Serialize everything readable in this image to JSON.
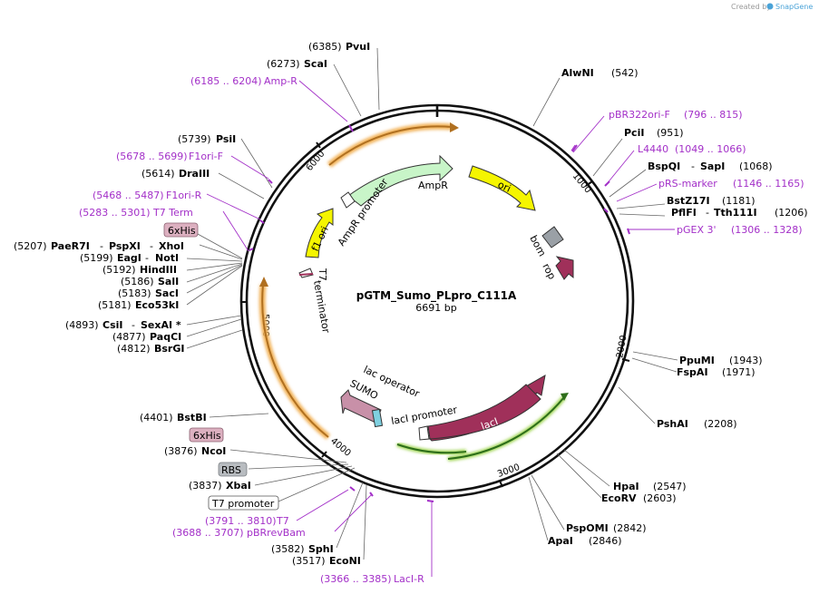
{
  "credit": {
    "text": "Created by",
    "brand": "SnapGene"
  },
  "plasmid": {
    "name": "pGTM_Sumo_PLpro_C111A",
    "size": "6691 bp"
  },
  "ticks": [
    {
      "label": "1000",
      "pos": 1000
    },
    {
      "label": "2000",
      "pos": 2000
    },
    {
      "label": "3000",
      "pos": 3000
    },
    {
      "label": "4000",
      "pos": 4000
    },
    {
      "label": "5000",
      "pos": 5000
    },
    {
      "label": "6000",
      "pos": 6000
    }
  ],
  "sites_right": [
    {
      "name": "AlwNI",
      "pos": "(542)"
    },
    {
      "name": "PciI",
      "pos": "(951)"
    },
    {
      "name": "BspQI",
      "alias": "SapI",
      "pos": "(1068)"
    },
    {
      "name": "BstZ17I",
      "pos": "(1181)"
    },
    {
      "name": "PflFI",
      "alias": "Tth111I",
      "pos": "(1206)"
    },
    {
      "name": "PpuMI",
      "pos": "(1943)"
    },
    {
      "name": "FspAI",
      "pos": "(1971)"
    },
    {
      "name": "PshAI",
      "pos": "(2208)"
    },
    {
      "name": "HpaI",
      "pos": "(2547)"
    },
    {
      "name": "EcoRV",
      "pos": "(2603)"
    },
    {
      "name": "PspOMI",
      "pos": "(2842)"
    },
    {
      "name": "ApaI",
      "pos": "(2846)"
    }
  ],
  "sites_left": [
    {
      "pos": "(6385)",
      "name": "PvuI"
    },
    {
      "pos": "(6273)",
      "name": "ScaI"
    },
    {
      "pos": "(5739)",
      "name": "PsiI"
    },
    {
      "pos": "(5614)",
      "name": "DraIII"
    },
    {
      "pos": "(5207)",
      "name": "PaeR7I",
      "alias": "PspXI",
      "alias2": "XhoI"
    },
    {
      "pos": "(5199)",
      "name": "EagI",
      "alias": "NotI"
    },
    {
      "pos": "(5192)",
      "name": "HindIII"
    },
    {
      "pos": "(5186)",
      "name": "SalI"
    },
    {
      "pos": "(5183)",
      "name": "SacI"
    },
    {
      "pos": "(5181)",
      "name": "Eco53kI"
    },
    {
      "pos": "(4893)",
      "name": "CsiI",
      "alias": "SexAI *"
    },
    {
      "pos": "(4877)",
      "name": "PaqCI"
    },
    {
      "pos": "(4812)",
      "name": "BsrGI"
    },
    {
      "pos": "(4401)",
      "name": "BstBI"
    },
    {
      "pos": "(3876)",
      "name": "NcoI"
    },
    {
      "pos": "(3837)",
      "name": "XbaI"
    },
    {
      "pos": "(3582)",
      "name": "SphI"
    },
    {
      "pos": "(3517)",
      "name": "EcoNI"
    }
  ],
  "primers": [
    {
      "name": "pBR322ori-F",
      "range": "(796 .. 815)"
    },
    {
      "name": "L4440",
      "range": "(1049 .. 1066)"
    },
    {
      "name": "pRS-marker",
      "range": "(1146 .. 1165)"
    },
    {
      "name": "pGEX 3'",
      "range": "(1306 .. 1328)"
    },
    {
      "name": "Amp-R",
      "range": "(6185 .. 6204)"
    },
    {
      "name": "F1ori-F",
      "range": "(5678 .. 5699)"
    },
    {
      "name": "F1ori-R",
      "range": "(5468 .. 5487)"
    },
    {
      "name": "T7 Term",
      "range": "(5283 .. 5301)"
    },
    {
      "name": "T7",
      "range": "(3791 .. 3810)"
    },
    {
      "name": "pBRrevBam",
      "range": "(3688 .. 3707)"
    },
    {
      "name": "LacI-R",
      "range": "(3366 .. 3385)"
    }
  ],
  "boxed": {
    "his_top": "6xHis",
    "his_bottom": "6xHis",
    "rbs": "RBS",
    "t7_promoter": "T7 promoter"
  },
  "features": {
    "ampr": "AmpR",
    "ampr_promoter": "AmpR promoter",
    "f1_ori": "f1 ori",
    "ori": "ori",
    "bom": "bom",
    "rop": "rop",
    "t7_terminator_1": "T7",
    "t7_terminator_2": "terminator",
    "laci": "lacI",
    "laci_promoter": "lacI promoter",
    "lac_operator": "lac operator",
    "sumo": "SUMO"
  },
  "colors": {
    "ampr": "#c8f5c8",
    "f1_ori": "#f5f500",
    "ori": "#f5f500",
    "bom": "#9aa0a6",
    "rop": "#a0305a",
    "laci": "#a0305a",
    "sumo": "#c890a8",
    "primer": "#a330c8",
    "orange_orf": "#f2b35a",
    "green_orf": "#9ad24a"
  }
}
